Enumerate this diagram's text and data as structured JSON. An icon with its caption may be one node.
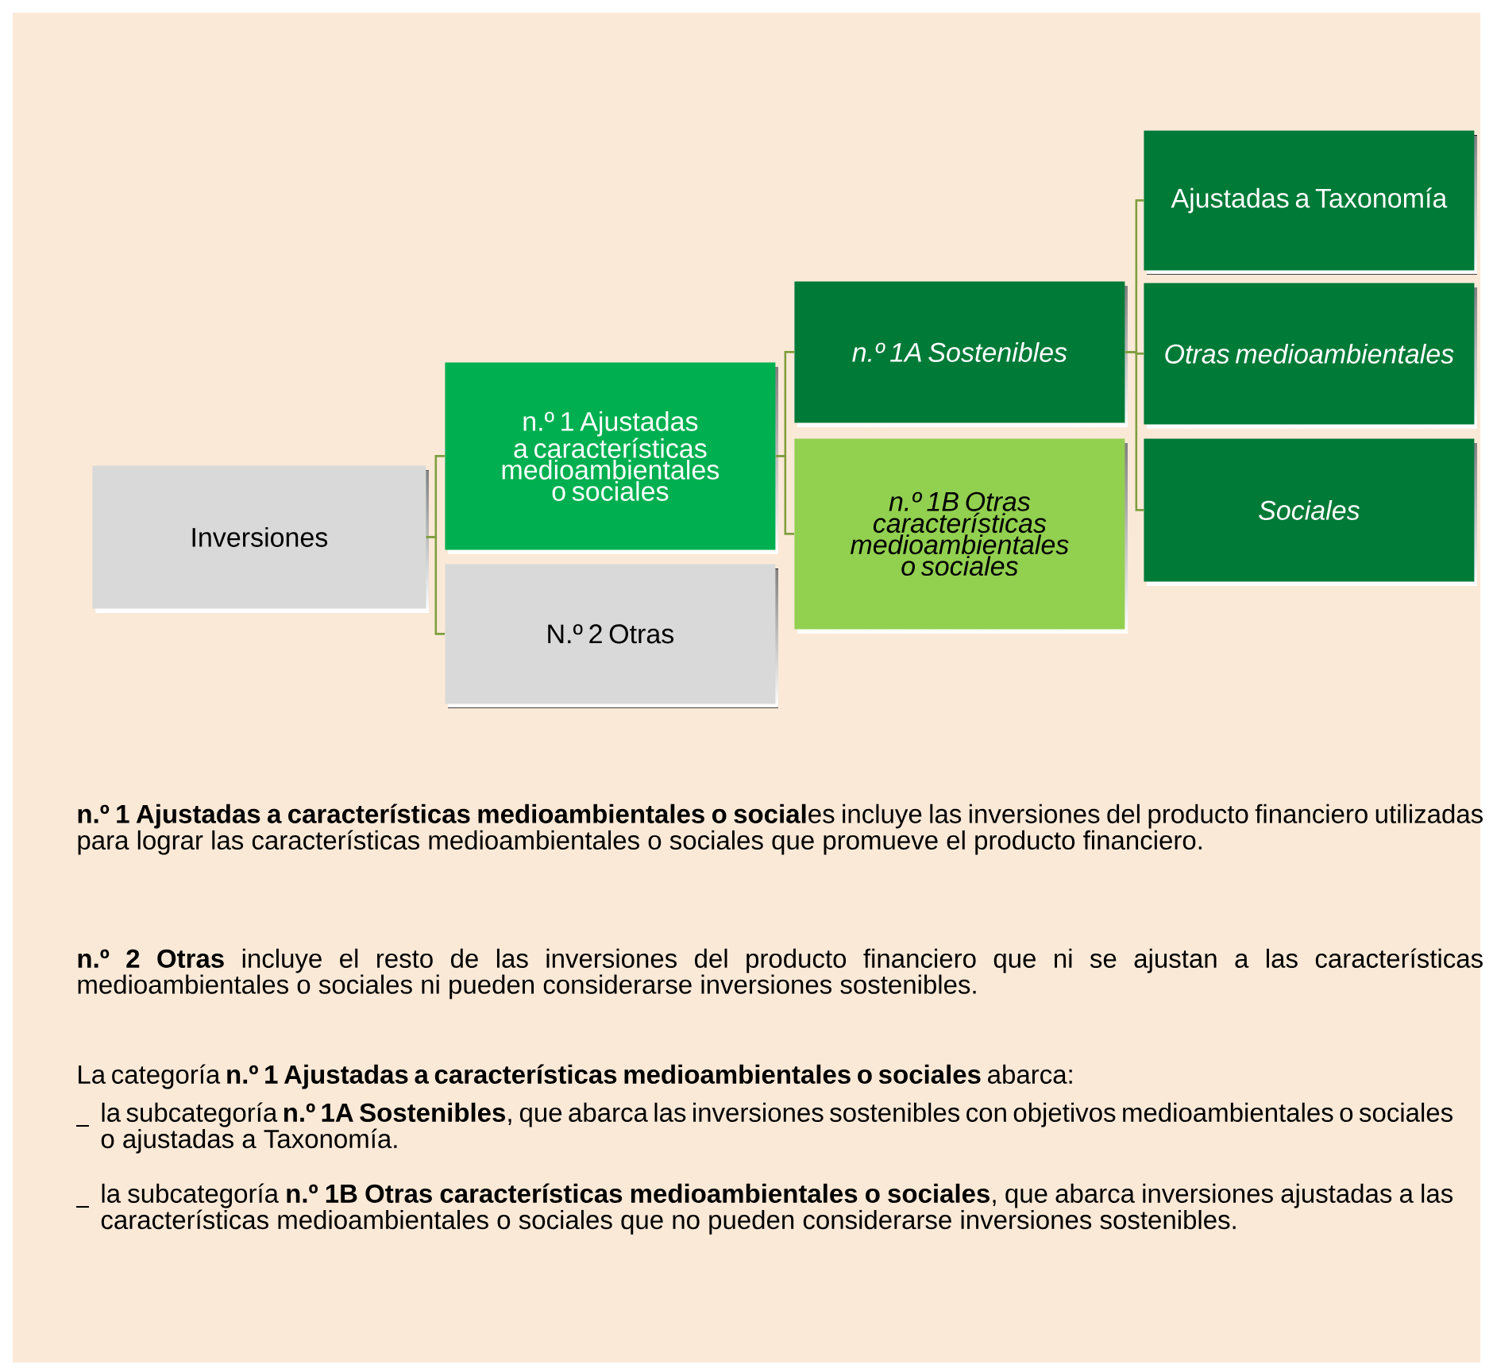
{
  "diagram": {
    "nodes": [
      {
        "text": [
          "Inversiones"
        ]
      },
      {
        "text": [
          "n.º 1 Ajustadas a características medioambientales o sociales"
        ]
      },
      {
        "text": [
          "N.º 2 Otras"
        ]
      },
      {
        "text": [
          "n.º 1A Sostenibles"
        ]
      },
      {
        "text": [
          "n.º 1B Otras características medioambientales o sociales"
        ]
      },
      {
        "text": [
          "Ajustadas a Taxonomía"
        ]
      },
      {
        "text": [
          "Otras medioambientales"
        ]
      },
      {
        "text": [
          "Sociales"
        ]
      }
    ],
    "edges": [
      {
        "from": 0,
        "to": 1,
        "arrow": "none"
      },
      {
        "from": 0,
        "to": 2,
        "arrow": "none"
      },
      {
        "from": 1,
        "to": 3,
        "arrow": "none"
      },
      {
        "from": 1,
        "to": 4,
        "arrow": "none"
      },
      {
        "from": 3,
        "to": 5,
        "arrow": "none"
      },
      {
        "from": 3,
        "to": 6,
        "arrow": "none"
      },
      {
        "from": 3,
        "to": 7,
        "arrow": "none"
      }
    ],
    "labels": [
      "**n.º 1 Ajustadas a características medioambientales o social**es incluye las inversiones del producto financiero utilizadas para lograr las características medioambientales o sociales que promueve el producto financiero.",
      "**n.º 2 Otras** incluye el resto de las inversiones del producto financiero que ni se ajustan a las características medioambientales o sociales ni pueden considerarse inversiones sostenibles.",
      "La categoría **n.º 1 Ajustadas a características medioambientales o sociales** abarca:",
      "la subcategoría **n.º 1A Sostenibles**, que abarca las inversiones sostenibles con objetivos medioambientales o sociales o ajustadas a Taxonomía.",
      "la subcategoría **n.º 1B Otras características medioambientales o sociales**, que abarca inversiones ajustadas a las características medioambientales o sociales que no pueden considerarse inversiones sostenibles."
    ]
  }
}
